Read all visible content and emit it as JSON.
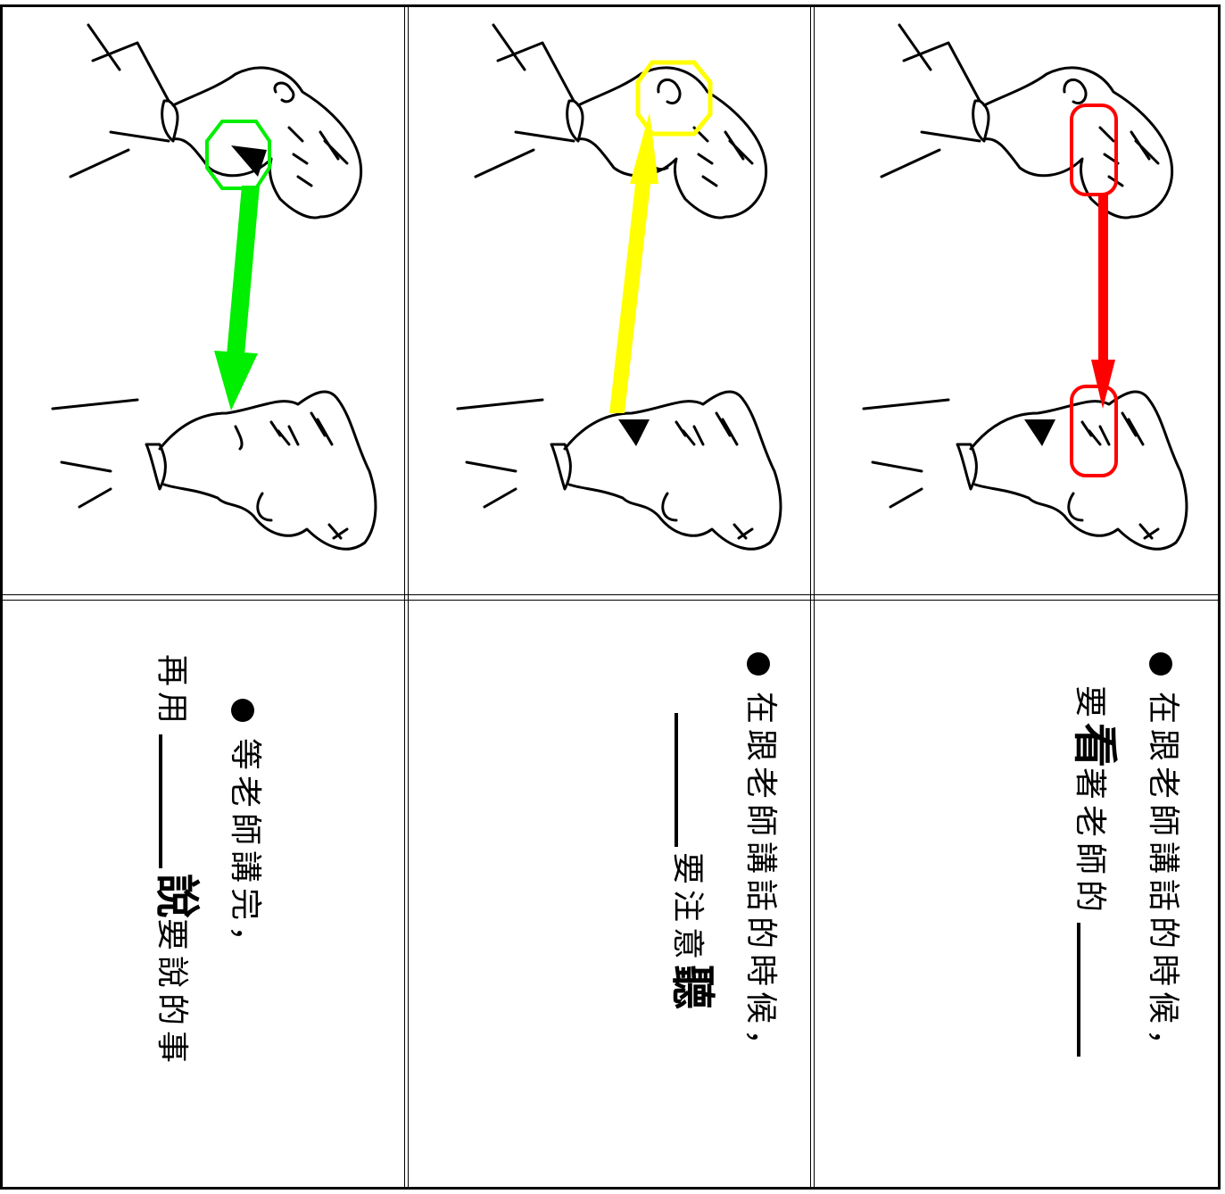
{
  "panels": [
    {
      "id": "speak",
      "accent": "#00ee00",
      "focus": "mouth",
      "arrow_direction": "teacher-to-student",
      "text": {
        "line1": "等老師講完，",
        "line2_before": "再用",
        "line2_emph": "說",
        "line2_after": "要說的事"
      }
    },
    {
      "id": "listen",
      "accent": "#ffff00",
      "focus": "ear",
      "arrow_direction": "student-to-teacher",
      "text": {
        "line1": "在跟老師講話的時候，",
        "line2_before": "要注意",
        "line2_emph": "聽"
      }
    },
    {
      "id": "look",
      "accent": "#ff0000",
      "focus": "eyes",
      "arrow_direction": "teacher-to-student",
      "text": {
        "line1": "在跟老師講話的時候，",
        "line2_before": "要",
        "line2_emph": "看",
        "line2_after": "著老師的"
      }
    }
  ]
}
